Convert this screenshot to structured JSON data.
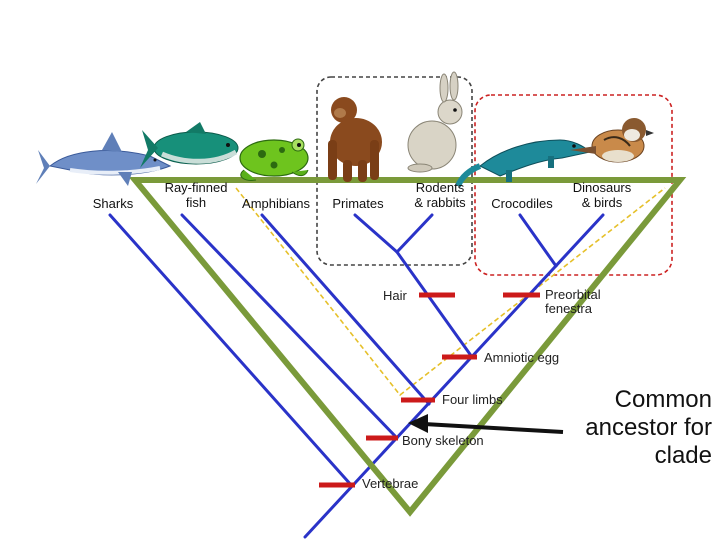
{
  "taxa": [
    {
      "id": "sharks",
      "label": "Sharks"
    },
    {
      "id": "ray-finned-fish",
      "label": "Ray-finned\nfish"
    },
    {
      "id": "amphibians",
      "label": "Amphibians"
    },
    {
      "id": "primates",
      "label": "Primates"
    },
    {
      "id": "rodents-rabbits",
      "label": "Rodents\n& rabbits"
    },
    {
      "id": "crocodiles",
      "label": "Crocodiles"
    },
    {
      "id": "dinosaurs-birds",
      "label": "Dinosaurs\n& birds"
    }
  ],
  "traits": [
    {
      "id": "hair",
      "label": "Hair"
    },
    {
      "id": "preorbital-fenestra",
      "label": "Preorbital\nfenestra"
    },
    {
      "id": "amniotic-egg",
      "label": "Amniotic egg"
    },
    {
      "id": "four-limbs",
      "label": "Four limbs"
    },
    {
      "id": "bony-skeleton",
      "label": "Bony skeleton"
    },
    {
      "id": "vertebrae",
      "label": "Vertebrae"
    }
  ],
  "annotation": {
    "text": "Common\nancestor for\nclade"
  },
  "colors": {
    "tree_branch": "#2a33c8",
    "trait_marker": "#cc1a1a",
    "clade_triangle": "#7a9a3a",
    "yellow_dashed_clade": "#e6c02a",
    "mammal_box": "#444444",
    "reptile_box": "#cc2222",
    "arrow": "#111111"
  },
  "icons": [
    "shark-icon",
    "tuna-icon",
    "frog-icon",
    "ape-icon",
    "rabbit-icon",
    "crocodile-icon",
    "sparrow-icon"
  ]
}
